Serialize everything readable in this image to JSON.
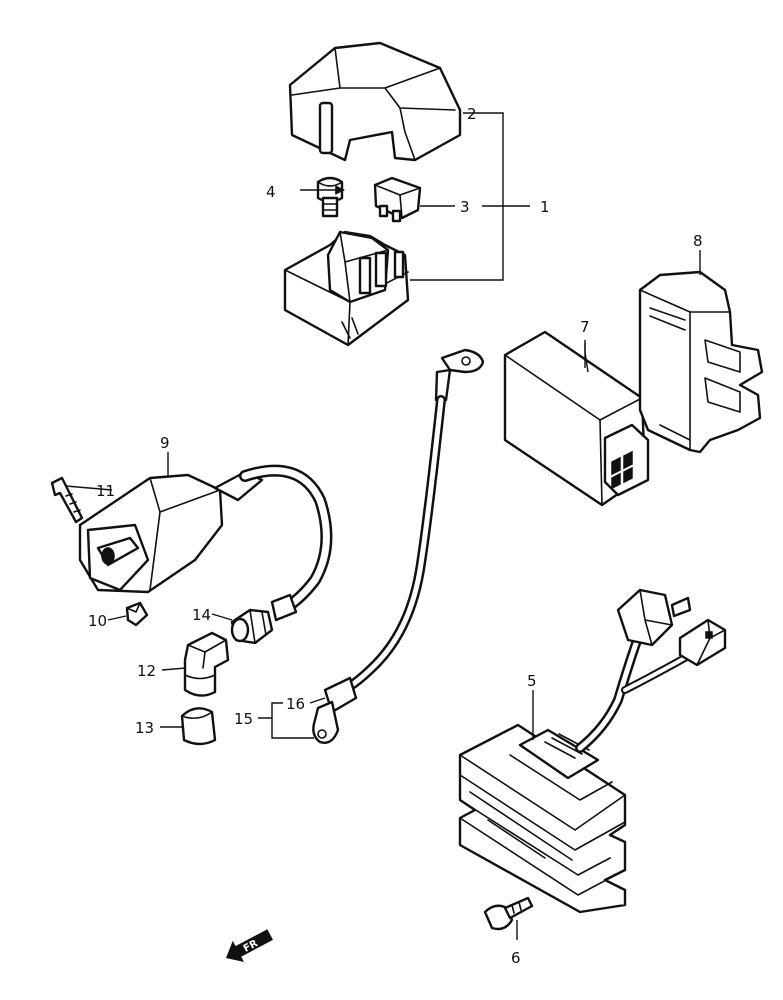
{
  "diagram": {
    "callouts": [
      {
        "id": "1",
        "text": "1"
      },
      {
        "id": "2",
        "text": "2"
      },
      {
        "id": "3",
        "text": "3"
      },
      {
        "id": "4",
        "text": "4"
      },
      {
        "id": "5",
        "text": "5"
      },
      {
        "id": "6",
        "text": "6"
      },
      {
        "id": "7",
        "text": "7"
      },
      {
        "id": "8",
        "text": "8"
      },
      {
        "id": "9",
        "text": "9"
      },
      {
        "id": "10",
        "text": "10"
      },
      {
        "id": "11",
        "text": "11"
      },
      {
        "id": "12",
        "text": "12"
      },
      {
        "id": "13",
        "text": "13"
      },
      {
        "id": "14",
        "text": "14"
      },
      {
        "id": "15",
        "text": "15"
      },
      {
        "id": "16",
        "text": "16"
      }
    ],
    "front_arrow_label": "FR"
  }
}
